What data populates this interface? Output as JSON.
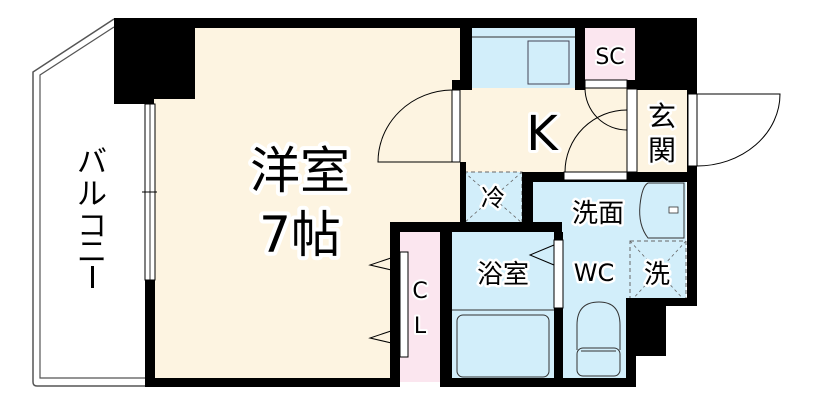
{
  "floor_plan": {
    "rooms": {
      "western_room": {
        "name_line1": "洋室",
        "name_line2": "7帖",
        "color": "#fdf4e1"
      },
      "kitchen": {
        "name": "K",
        "color": "#fdf4e1"
      },
      "entrance": {
        "name_char1": "玄",
        "name_char2": "関",
        "color": "#fdf4e1"
      },
      "shoe_closet": {
        "name": "SC",
        "color": "#fbe6ef"
      },
      "closet": {
        "name_char1": "C",
        "name_char2": "L",
        "color": "#fbe6ef"
      },
      "bathroom": {
        "name": "浴室",
        "color": "#d2eefa"
      },
      "washroom": {
        "name": "洗面",
        "color": "#d2eefa"
      },
      "toilet": {
        "name": "WC",
        "color": "#d2eefa"
      },
      "balcony": {
        "name_chars": [
          "バ",
          "ル",
          "コ",
          "ニ",
          "ー"
        ],
        "color": "#ffffff"
      }
    },
    "fixtures": {
      "refrigerator": {
        "label": "冷"
      },
      "washing_machine": {
        "label": "洗"
      }
    },
    "colors": {
      "wall": "#000000",
      "wet_area": "#d2eefa",
      "dry_area": "#fdf4e1",
      "storage": "#fbe6ef"
    }
  }
}
